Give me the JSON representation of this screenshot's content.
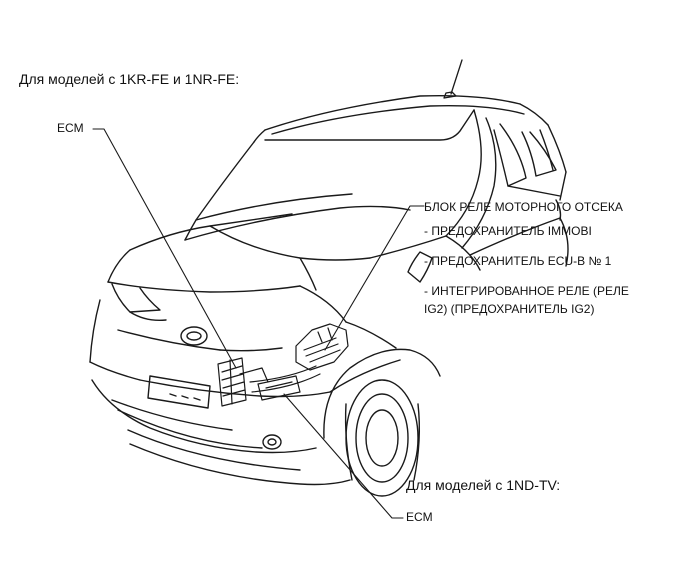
{
  "headings": {
    "gasoline_models": "Для моделей с 1KR-FE и 1NR-FE:",
    "diesel_models": "Для моделей с 1ND-TV:"
  },
  "callouts": {
    "ecm_top": "ECM",
    "ecm_bottom": "ECM",
    "engine_relay_block": "БЛОК РЕЛЕ МОТОРНОГО ОТСЕКА",
    "items": [
      "- ПРЕДОХРАНИТЕЛЬ IMMOBI",
      "- ПРЕДОХРАНИТЕЛЬ ECU-B № 1",
      "- ИНТЕГРИРОВАННОЕ РЕЛЕ (РЕЛЕ",
      "IG2) (ПРЕДОХРАНИТЕЛЬ IG2)"
    ]
  }
}
